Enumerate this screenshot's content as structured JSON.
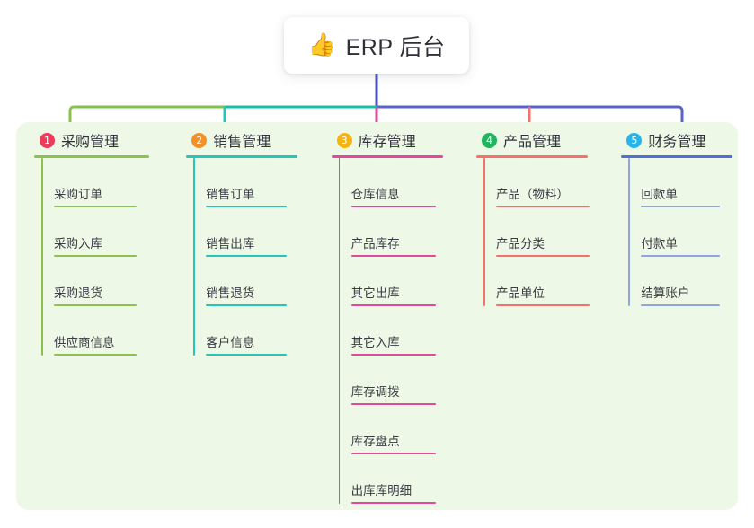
{
  "root": {
    "icon": "thumbs-up-icon",
    "emoji": "👍",
    "title": "ERP 后台"
  },
  "palette": {
    "panel_bg": "#edf8e7",
    "page_bg": "#ffffff",
    "text": "#30313a",
    "root_stem": "#4a51c4",
    "trunk_left": "#7ec14f",
    "trunk_mid": "#17bfa8",
    "trunk_right": "#5a63c8"
  },
  "categories": [
    {
      "index": "1",
      "label": "采购管理",
      "badge_color": "#ef3b5b",
      "rule_color": "#8cc152",
      "branch_color": "#8cc152",
      "items": [
        {
          "label": "采购订单"
        },
        {
          "label": "采购入库"
        },
        {
          "label": "采购退货"
        },
        {
          "label": "供应商信息"
        }
      ]
    },
    {
      "index": "2",
      "label": "销售管理",
      "badge_color": "#f0922b",
      "rule_color": "#26c6b6",
      "branch_color": "#26c6b6",
      "items": [
        {
          "label": "销售订单"
        },
        {
          "label": "销售出库"
        },
        {
          "label": "销售退货"
        },
        {
          "label": "客户信息"
        }
      ]
    },
    {
      "index": "3",
      "label": "库存管理",
      "badge_color": "#f5b414",
      "rule_color": "#e2489b",
      "branch_color": "#e2489b",
      "items": [
        {
          "label": "仓库信息"
        },
        {
          "label": "产品库存"
        },
        {
          "label": "其它出库"
        },
        {
          "label": "其它入库"
        },
        {
          "label": "库存调拨"
        },
        {
          "label": "库存盘点"
        },
        {
          "label": "出库库明细"
        }
      ]
    },
    {
      "index": "4",
      "label": "产品管理",
      "badge_color": "#21b45e",
      "rule_color": "#f4726b",
      "branch_color": "#f4726b",
      "items": [
        {
          "label": "产品（物料）"
        },
        {
          "label": "产品分类"
        },
        {
          "label": "产品单位"
        }
      ]
    },
    {
      "index": "5",
      "label": "财务管理",
      "badge_color": "#2cb3e8",
      "rule_color": "#4f6fd4",
      "branch_color": "#8fa4e0",
      "items": [
        {
          "label": "回款单"
        },
        {
          "label": "付款单"
        },
        {
          "label": "结算账户"
        }
      ]
    }
  ]
}
